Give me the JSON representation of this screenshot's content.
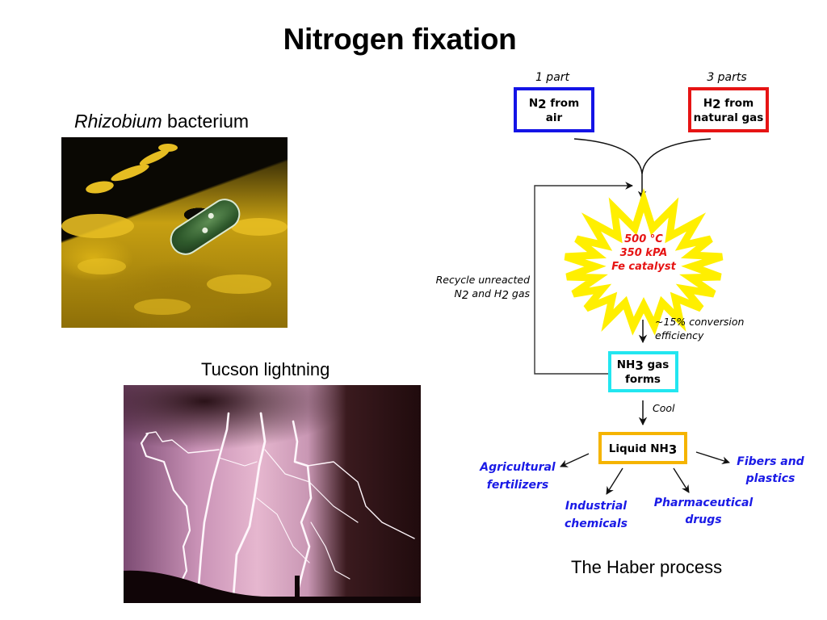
{
  "slide": {
    "title": "Nitrogen fixation"
  },
  "left_panel": {
    "rhizobium": {
      "caption_italic": "Rhizobium",
      "caption_rest": " bacterium",
      "image_alt": "Electron micrograph of green Rhizobium bacterium on yellow root surface"
    },
    "lightning": {
      "caption": "Tucson lightning",
      "image_alt": "Multiple lightning bolts over desert hills at night, pink-purple sky"
    }
  },
  "haber_diagram": {
    "caption": "The Haber process",
    "inputs": [
      {
        "ratio": "1 part",
        "line1": "N",
        "sub": "2",
        "line1_rest": " from",
        "line2": "air",
        "border_color": "#1414e6"
      },
      {
        "ratio": "3 parts",
        "line1": "H",
        "sub": "2",
        "line1_rest": " from",
        "line2": "natural gas",
        "border_color": "#e61414"
      }
    ],
    "reactor": {
      "conditions": [
        "500 °C",
        "350 kPA",
        "Fe catalyst"
      ],
      "text_color": "#e61414",
      "burst_color": "#ffef00"
    },
    "recycle_label": {
      "line1": "Recycle unreacted",
      "line2_a": "N",
      "line2_sub1": "2",
      "line2_b": " and H",
      "line2_sub2": "2",
      "line2_c": " gas"
    },
    "conversion_label": {
      "line1": "~15% conversion",
      "line2": "efficiency"
    },
    "gas_box": {
      "line1_a": "NH",
      "line1_sub": "3",
      "line1_b": " gas",
      "line2": "forms",
      "border_color": "#22e6f0"
    },
    "cool_label": "Cool",
    "liquid_box": {
      "label_a": "Liquid NH",
      "label_sub": "3",
      "border_color": "#f5b400"
    },
    "products": [
      {
        "line1": "Agricultural",
        "line2": "fertilizers"
      },
      {
        "line1": "Industrial",
        "line2": "chemicals"
      },
      {
        "line1": "Pharmaceutical",
        "line2": "drugs"
      },
      {
        "line1": "Fibers and",
        "line2": "plastics"
      }
    ],
    "product_color": "#1a1ae6"
  }
}
